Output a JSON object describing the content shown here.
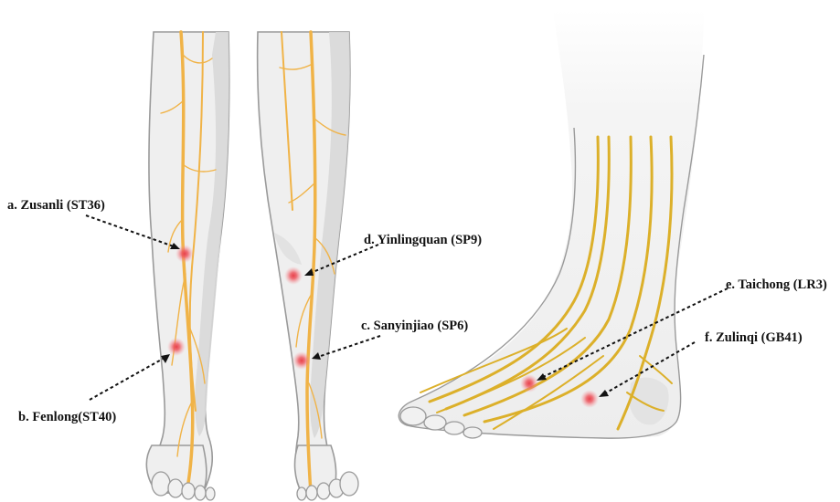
{
  "acupoints": [
    {
      "id": "a",
      "label": "a. Zusanli (ST36)"
    },
    {
      "id": "b",
      "label": "b. Fenlong(ST40)"
    },
    {
      "id": "c",
      "label": "c. Sanyinjiao (SP6)"
    },
    {
      "id": "d",
      "label": "d. Yinlingquan (SP9)"
    },
    {
      "id": "e",
      "label": "e. Taichong (LR3)"
    },
    {
      "id": "f",
      "label": "f. Zulinqi (GB41)"
    }
  ],
  "colors": {
    "point": "#e8414b",
    "nerve_leg": "#f0b347",
    "nerve_foot": "#dcb02a",
    "skin": "#efefef",
    "outline": "#9a9a9a"
  }
}
